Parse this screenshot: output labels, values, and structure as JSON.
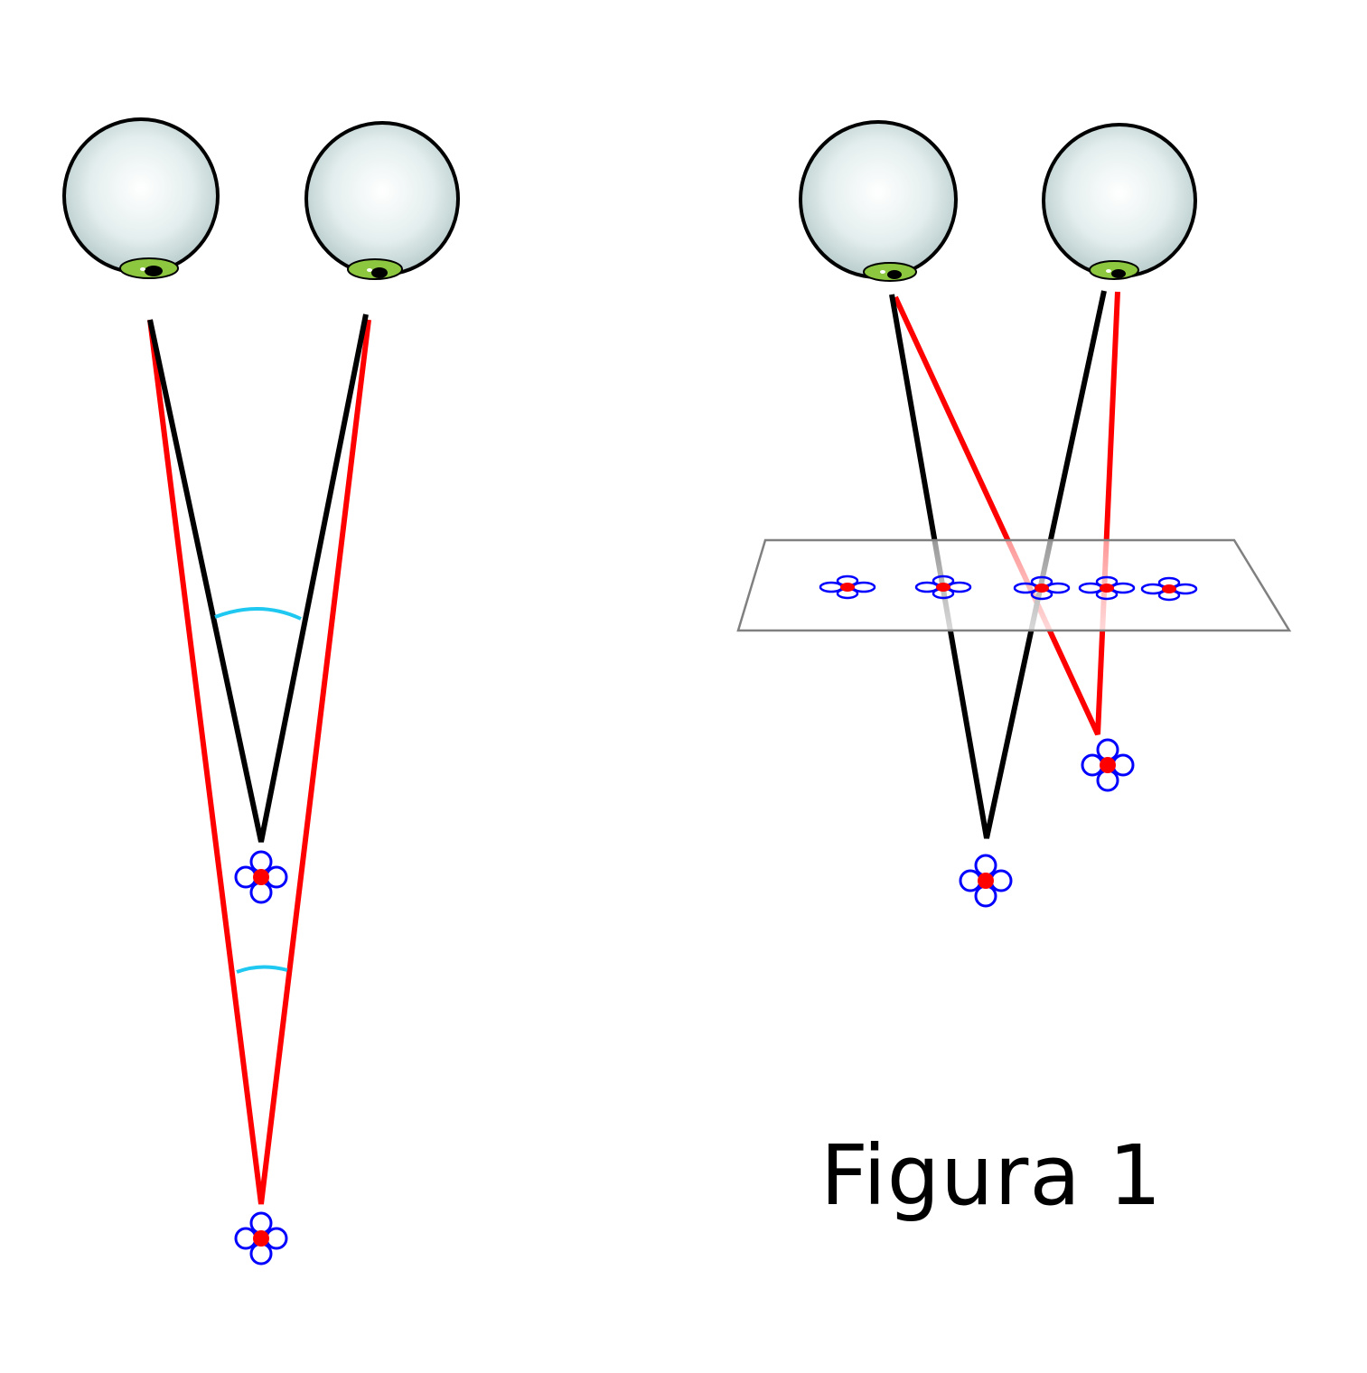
{
  "caption": "Figura 1",
  "colors": {
    "background": "#ffffff",
    "line_of_sight_near": "#000000",
    "line_of_sight_far": "#ff0000",
    "angle_arc": "#1ec8f0",
    "eye_outline": "#000000",
    "iris": "#8dc63f",
    "flower_petal": "#0000ff",
    "flower_center": "#ff0000",
    "plane_edge": "#808080"
  },
  "icons": {
    "eye": "eye-icon",
    "target": "flower-icon"
  },
  "diagrams": [
    {
      "name": "convergence-diagram",
      "eyes": 2,
      "targets": 2,
      "angle_arcs": 2
    },
    {
      "name": "stereogram-diagram",
      "eyes": 2,
      "targets": 2,
      "plane_flowers": 5
    }
  ]
}
